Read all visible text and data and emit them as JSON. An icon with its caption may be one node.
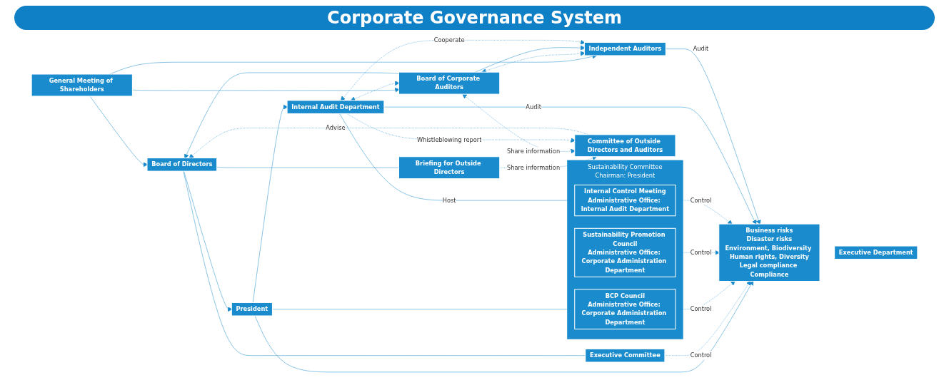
{
  "diagram": {
    "title": "Corporate Governance System",
    "nodes": [
      {
        "text": [
          "General Meeting of Shareholders"
        ]
      },
      {
        "text": [
          "Board of Directors"
        ]
      },
      {
        "text": [
          "Board of Corporate Auditors"
        ]
      },
      {
        "text": [
          "Executive Committee"
        ]
      },
      {
        "text": [
          "Briefing for Outside Directors"
        ]
      },
      {
        "text": [
          "Committee of Outside Directors and Auditors"
        ]
      },
      {
        "text": [
          "Independent Auditors"
        ]
      },
      {
        "text": [
          "President"
        ]
      },
      {
        "text": [
          "Sustainability Committee",
          "Chairman: President"
        ]
      },
      {
        "text": [
          "BCP Council",
          "Administrative Office: Corporate Administration Department"
        ],
        "in": 8
      },
      {
        "text": [
          "Sustainability Promotion Council",
          "Administrative Office: Corporate Administration Department"
        ],
        "in": 8
      },
      {
        "text": [
          "Internal Control Meeting",
          "Administrative Office: Internal Audit Department"
        ],
        "in": 8
      },
      {
        "text": [
          "Internal Audit Department"
        ]
      },
      {
        "text": [
          "Business risks",
          "Disaster risks",
          "Environment, Biodiversity Human rights, Diversity",
          "Legal compliance Compliance"
        ]
      },
      {
        "text": [
          "Executive Department"
        ]
      }
    ],
    "edges": [
      {
        "from": 0,
        "to": 1,
        "arrow": "to"
      },
      {
        "from": 0,
        "to": 2,
        "arrow": "to"
      },
      {
        "from": 0,
        "to": 6,
        "arrow": "to"
      },
      {
        "from": 2,
        "to": 1,
        "arrow": "to"
      },
      {
        "from": 5,
        "to": 1,
        "arrow": "to",
        "style": "dashed",
        "label": "Advise"
      },
      {
        "from": 1,
        "to": 3,
        "arrow": "none"
      },
      {
        "from": 1,
        "to": 4,
        "arrow": "none"
      },
      {
        "from": 4,
        "to": 5,
        "arrow": "to",
        "style": "dashed",
        "label": "Share information"
      },
      {
        "from": 2,
        "to": 5,
        "arrow": "both",
        "style": "dashed",
        "label": "Share information"
      },
      {
        "from": 12,
        "to": 5,
        "arrow": "to",
        "style": "dashed",
        "label": "Whistleblowing report"
      },
      {
        "from": 2,
        "to": 6,
        "arrow": "both",
        "style": "dashed"
      },
      {
        "from": 2,
        "to": 6,
        "arrow": "to"
      },
      {
        "from": 12,
        "to": 2,
        "arrow": "both",
        "style": "dashed"
      },
      {
        "from": 12,
        "to": 6,
        "arrow": "both",
        "style": "dashed",
        "label": "Cooperate"
      },
      {
        "from": 1,
        "to": 7,
        "arrow": "to"
      },
      {
        "from": 7,
        "to": 8,
        "arrow": "none"
      },
      {
        "from": 7,
        "to": 12,
        "arrow": "to"
      },
      {
        "from": 7,
        "to": 13,
        "arrow": "to"
      },
      {
        "from": 3,
        "to": 13,
        "arrow": "to",
        "style": "dashed",
        "label": "Control"
      },
      {
        "from": 9,
        "to": 13,
        "arrow": "to",
        "style": "dashed",
        "label": "Control"
      },
      {
        "from": 10,
        "to": 13,
        "arrow": "to",
        "style": "dashed",
        "label": "Control"
      },
      {
        "from": 11,
        "to": 13,
        "arrow": "to",
        "style": "dashed",
        "label": "Control"
      },
      {
        "from": 12,
        "to": 11,
        "arrow": "to",
        "label": "Host"
      },
      {
        "from": 12,
        "to": 13,
        "arrow": "to",
        "label": "Audit"
      },
      {
        "from": 6,
        "to": 13,
        "arrow": "to",
        "label": "Audit"
      }
    ]
  }
}
